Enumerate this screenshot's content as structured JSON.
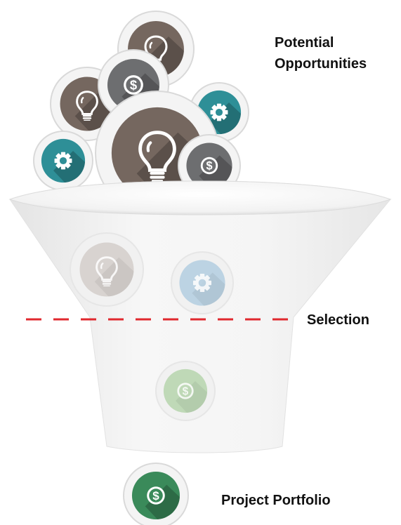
{
  "labels": {
    "potential_line1": "Potential",
    "potential_line2": "Opportunities",
    "selection": "Selection",
    "portfolio": "Project Portfolio"
  },
  "icons": [
    {
      "name": "lightbulb-icon",
      "color": "#75675f"
    },
    {
      "name": "lightbulb-icon",
      "color": "#75675f"
    },
    {
      "name": "dollar-icon",
      "color": "#6d6e70"
    },
    {
      "name": "gear-icon",
      "color": "#2e8f97"
    },
    {
      "name": "lightbulb-icon",
      "color": "#75675f"
    },
    {
      "name": "gear-icon",
      "color": "#2e8f97"
    },
    {
      "name": "dollar-icon",
      "color": "#6d6e70"
    },
    {
      "name": "lightbulb-icon",
      "color": "#d8d3d0"
    },
    {
      "name": "gear-icon",
      "color": "#bcd3e3"
    },
    {
      "name": "dollar-icon",
      "color": "#bfd9b7"
    },
    {
      "name": "dollar-icon",
      "color": "#3a8a5a"
    }
  ],
  "colors": {
    "selection_line": "#e0282e",
    "funnel": "#efefef",
    "shadow": "#5a4e47"
  }
}
